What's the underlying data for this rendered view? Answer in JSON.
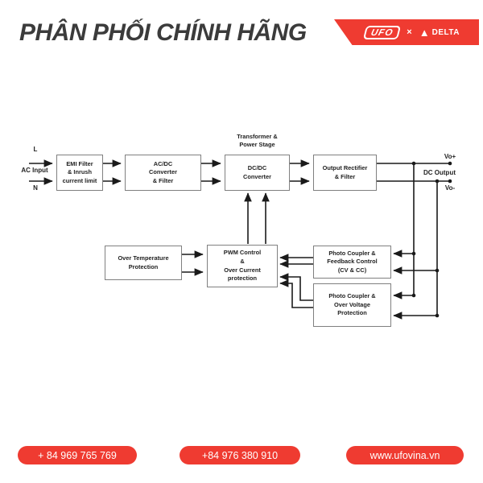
{
  "header": {
    "title": "PHÂN PHỐI CHÍNH HÃNG",
    "brand": {
      "ufo": "UFO",
      "separator": "×",
      "delta": "DELTA"
    }
  },
  "diagram": {
    "inputs": {
      "l": "L",
      "ac_input": "AC Input",
      "n": "N"
    },
    "blocks": {
      "emi": [
        "EMI Filter",
        "& Inrush",
        "current limit"
      ],
      "acdc": [
        "AC/DC",
        "Converter",
        "& Filter"
      ],
      "dcdc": [
        "DC/DC",
        "Converter"
      ],
      "rectifier": [
        "Output Rectifier",
        "& Filter"
      ],
      "otp": [
        "Over Temperature",
        "Protection"
      ],
      "pwm": [
        "PWM Control",
        "&",
        "Over Current",
        "protection"
      ],
      "feedback": [
        "Photo Coupler &",
        "Feedback Control",
        "(CV & CC)"
      ],
      "overvoltage": [
        "Photo Coupler &",
        "Over Voltage",
        "Protection"
      ]
    },
    "annotations": {
      "transformer_1": "Transformer &",
      "transformer_2": "Power Stage",
      "vo_plus": "Vo+",
      "dc_output": "DC Output",
      "vo_minus": "Vo-"
    }
  },
  "footer": {
    "phone_1": "+ 84 969 765 769",
    "phone_2": "+84 976 380 910",
    "website": "www.ufovina.vn"
  },
  "colors": {
    "brand_red": "#EF3B31",
    "title_color": "#3B3B3B",
    "line_color": "#1A1A1A",
    "box_border": "#808080"
  }
}
